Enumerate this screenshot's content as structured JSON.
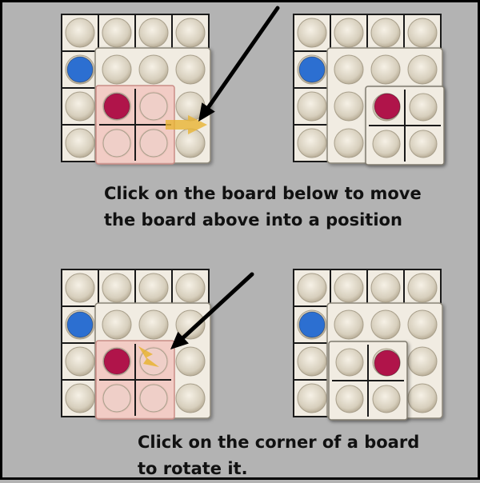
{
  "instructions": {
    "move_line1": "Click on the board below to move",
    "move_line2": "the board above into a position",
    "rotate_line1": "Click on the corner of a board",
    "rotate_line2": "to rotate it."
  },
  "colors": {
    "background": "#b3b3b3",
    "board": "#f1ece2",
    "hole": "#d7cfbd",
    "grid_line": "#1a1a1a",
    "blue_piece": "#2c6fd1",
    "red_piece": "#b0144a",
    "highlight": "#f2c7c0",
    "arrow": "#000000",
    "direction_marker": "#e8b433"
  },
  "panels": [
    {
      "name": "move-before",
      "pieces": [
        {
          "color": "blue",
          "row": 1,
          "col": 0
        },
        {
          "color": "red",
          "row": 2,
          "col": 1
        }
      ],
      "selected_board": "center-2x2",
      "hint": "move-right"
    },
    {
      "name": "move-after",
      "pieces": [
        {
          "color": "blue",
          "row": 1,
          "col": 0
        },
        {
          "color": "red",
          "row": 2,
          "col": 2
        }
      ],
      "selected_board": "moved-2x2"
    },
    {
      "name": "rotate-before",
      "pieces": [
        {
          "color": "blue",
          "row": 1,
          "col": 0
        },
        {
          "color": "red",
          "row": 2,
          "col": 1
        }
      ],
      "selected_board": "corner-2x2",
      "hint": "rotate-corner"
    },
    {
      "name": "rotate-after",
      "pieces": [
        {
          "color": "blue",
          "row": 1,
          "col": 0
        },
        {
          "color": "red",
          "row": 2,
          "col": 2
        }
      ],
      "selected_board": "rotated-2x2"
    }
  ]
}
